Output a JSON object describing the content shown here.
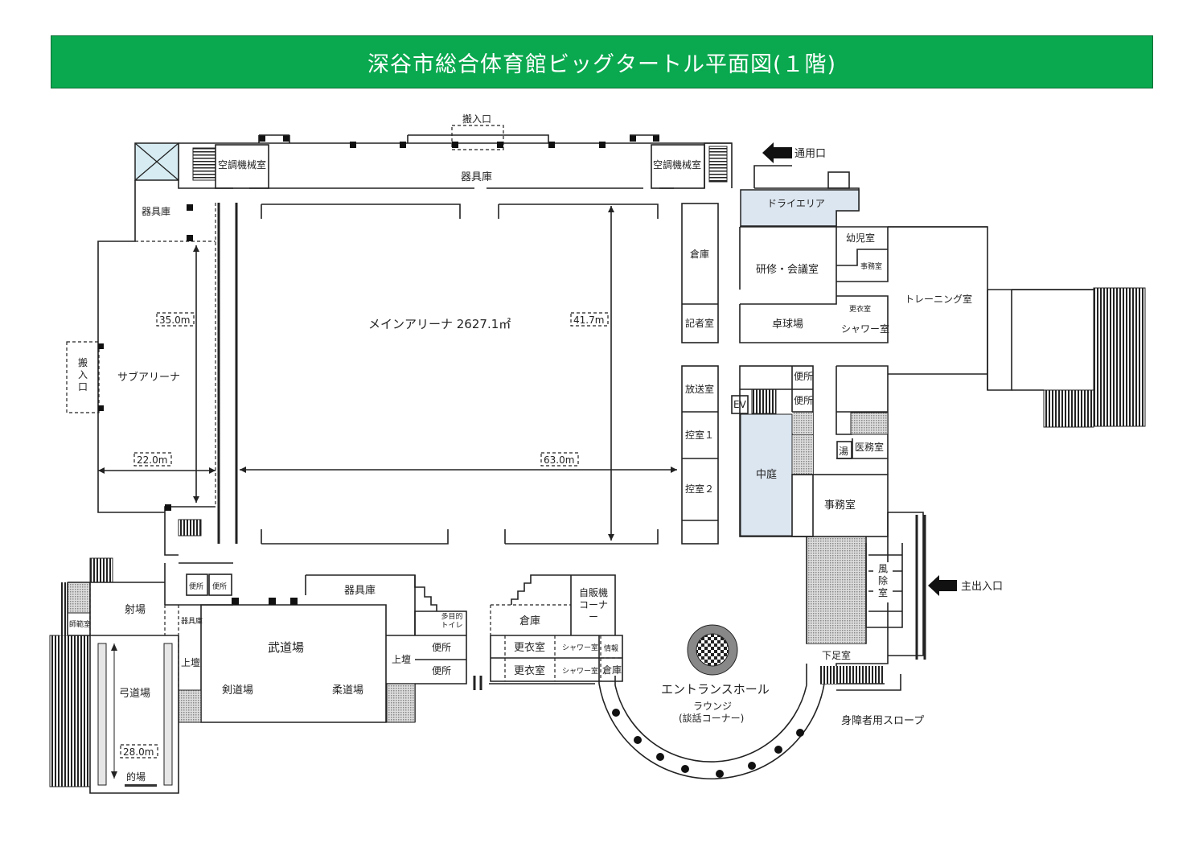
{
  "header": {
    "title": "深谷市総合体育館ビッグタートル平面図(１階)"
  },
  "colors": {
    "header_bg": "#0aa84f",
    "highlight_room": "#dce6f0"
  },
  "rooms": {
    "loading_top": "搬入口",
    "equipment_top": "器具庫",
    "hvac_left": "空調機械室",
    "hvac_right": "空調機械室",
    "equipment_left": "器具庫",
    "loading_left": "搬入口",
    "sub_arena": "サブアリーナ",
    "main_arena": "メインアリーナ 2627.1㎡",
    "storage_right": "倉庫",
    "press_room": "記者室",
    "broadcast_room": "放送室",
    "waiting_room_1": "控室１",
    "waiting_room_2": "控室２",
    "dry_area": "ドライエリア",
    "training_meeting": "研修・会議室",
    "infant_room": "幼児室",
    "office_small": "事務室",
    "training_room": "トレーニング室",
    "table_tennis": "卓球場",
    "changing_room_tr": "更衣室",
    "shower_room_tr": "シャワー室",
    "toilet_a": "便所",
    "toilet_b": "便所",
    "ev": "EV",
    "courtyard": "中庭",
    "hot_water": "湯",
    "medical_room": "医務室",
    "office": "事務室",
    "windbreak": "風除室",
    "shoe_room": "下足室",
    "entrance_hall": "エントランスホール",
    "lounge": "ラウンジ",
    "lounge_sub": "(談話コーナー)",
    "vending": "自販機コーナー",
    "storage_bottom": "倉庫",
    "changing_1": "更衣室",
    "changing_2": "更衣室",
    "shower_1": "シャワー室",
    "shower_2": "シャワー室",
    "info": "情報",
    "storage_small": "倉庫",
    "multipurpose_toilet": "多目的トイレ",
    "toilet_c": "便所",
    "toilet_d": "便所",
    "upper_stage_right": "上壇",
    "equipment_budo": "器具庫",
    "budo_hall": "武道場",
    "kendo": "剣道場",
    "judo": "柔道場",
    "toilet_e": "便所",
    "toilet_f": "便所",
    "shooting_place": "射場",
    "equipment_small": "器具庫",
    "upper_stage_left": "上壇",
    "referee_room": "師範室",
    "archery_hall": "弓道場",
    "target_place": "的場"
  },
  "dimensions": {
    "sub_arena_length": "35.0m",
    "sub_arena_width": "22.0m",
    "main_arena_length": "41.7m",
    "main_arena_width": "63.0m",
    "archery_length": "28.0m"
  },
  "entrances": {
    "service": "通用口",
    "main": "主出入口",
    "slope": "身障者用スロープ"
  }
}
